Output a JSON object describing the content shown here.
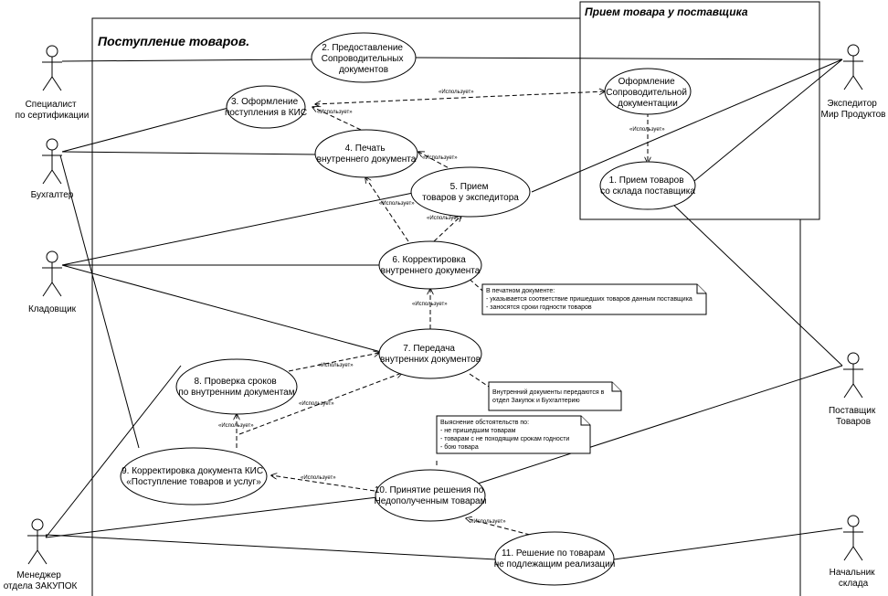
{
  "systems": {
    "main": {
      "title": "Поступление товаров."
    },
    "supplier": {
      "title": "Прием товара у поставщика"
    }
  },
  "actors": {
    "certification": {
      "lines": [
        "Специалист",
        "по сертификации"
      ]
    },
    "accountant": {
      "lines": [
        "Бухгалтер"
      ]
    },
    "storekeeper": {
      "lines": [
        "Кладовщик"
      ]
    },
    "manager": {
      "lines": [
        "Менеджер",
        "отдела ЗАКУПОК"
      ]
    },
    "forwarder": {
      "lines": [
        "Экспедитор",
        "Мир Продуктов"
      ]
    },
    "supplier": {
      "lines": [
        "Поставщик",
        "Товаров"
      ]
    },
    "warehouse_head": {
      "lines": [
        "Начальник",
        "склада"
      ]
    }
  },
  "use_cases": {
    "uc1": {
      "lines": [
        "1. Прием товаров",
        "со склада поставщика"
      ]
    },
    "uc_doc": {
      "lines": [
        "Оформление",
        "Сопроводительной",
        "документации"
      ]
    },
    "uc2": {
      "lines": [
        "2. Предоставление",
        "Сопроводительных",
        "документов"
      ]
    },
    "uc3": {
      "lines": [
        "3. Оформление",
        "поступления в КИС"
      ]
    },
    "uc4": {
      "lines": [
        "4. Печать",
        "внутреннего документа"
      ]
    },
    "uc5": {
      "lines": [
        "5. Прием",
        "товаров у экспедитора"
      ]
    },
    "uc6": {
      "lines": [
        "6. Корректировка",
        "внутреннего документа"
      ]
    },
    "uc7": {
      "lines": [
        "7. Передача",
        "внутренних документов"
      ]
    },
    "uc8": {
      "lines": [
        "8. Проверка сроков",
        "по внутренним документам"
      ]
    },
    "uc9": {
      "lines": [
        "9. Корректировка документа КИС",
        "«Поступление товаров и услуг»"
      ]
    },
    "uc10": {
      "lines": [
        "10. Принятие решения по",
        "Недополученным товарам"
      ]
    },
    "uc11": {
      "lines": [
        "11. Решение по товарам",
        "не подлежащим реализации"
      ]
    }
  },
  "dependency_label": "«Использует»",
  "notes": {
    "note1": {
      "lines": [
        "В печатном документе:",
        "- указывается соответствие пришедших товаров данным поставщика",
        "- заносятся сроки годности товаров"
      ]
    },
    "note2": {
      "lines": [
        "Внутренний документы передаются в",
        "отдел Закупок и Бухгалтерию"
      ]
    },
    "note3": {
      "lines": [
        "Выяснение обстоятельств по:",
        "- не пришедшим товарам",
        "- товарам с не походящим срокам годности",
        "- бою товара"
      ]
    }
  }
}
